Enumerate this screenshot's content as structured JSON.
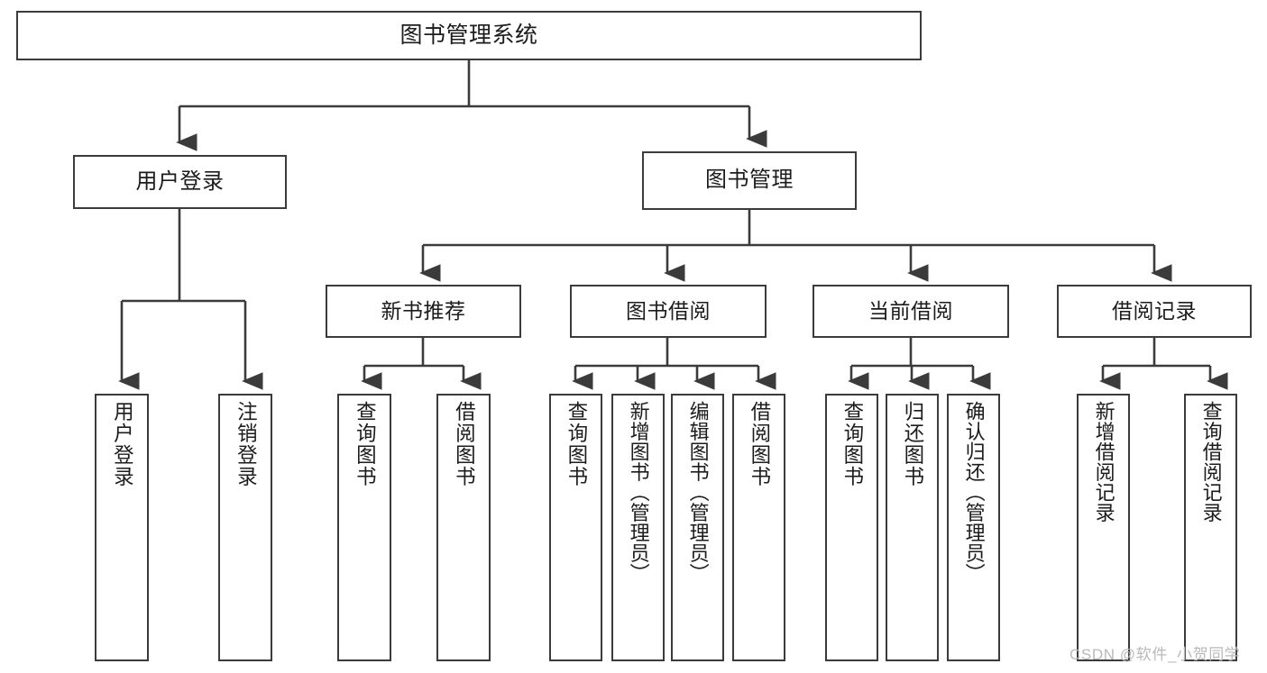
{
  "diagram": {
    "title": "图书管理系统",
    "type": "tree-hierarchy-chart",
    "stroke_color": "#3b3b3b",
    "background_color": "#ffffff",
    "text_color": "#1c1c1c",
    "root": {
      "label": "图书管理系统"
    },
    "level2": [
      {
        "label": "用户登录"
      },
      {
        "label": "图书管理"
      }
    ],
    "level3": [
      {
        "label": "新书推荐"
      },
      {
        "label": "图书借阅"
      },
      {
        "label": "当前借阅"
      },
      {
        "label": "借阅记录"
      }
    ],
    "leaves": {
      "user_login": [
        {
          "label": "用户登录"
        },
        {
          "label": "注销登录"
        }
      ],
      "new_book_recommend": [
        {
          "label": "查询图书"
        },
        {
          "label": "借阅图书"
        }
      ],
      "book_borrow": [
        {
          "label": "查询图书"
        },
        {
          "label": "新增图书（管理员）"
        },
        {
          "label": "编辑图书（管理员）"
        },
        {
          "label": "借阅图书"
        }
      ],
      "current_borrow": [
        {
          "label": "查询图书"
        },
        {
          "label": "归还图书"
        },
        {
          "label": "确认归还（管理员）"
        }
      ],
      "borrow_record": [
        {
          "label": "新增借阅记录"
        },
        {
          "label": "查询借阅记录"
        }
      ]
    }
  },
  "watermark": {
    "text": "CSDN @软件_小贺同学"
  }
}
